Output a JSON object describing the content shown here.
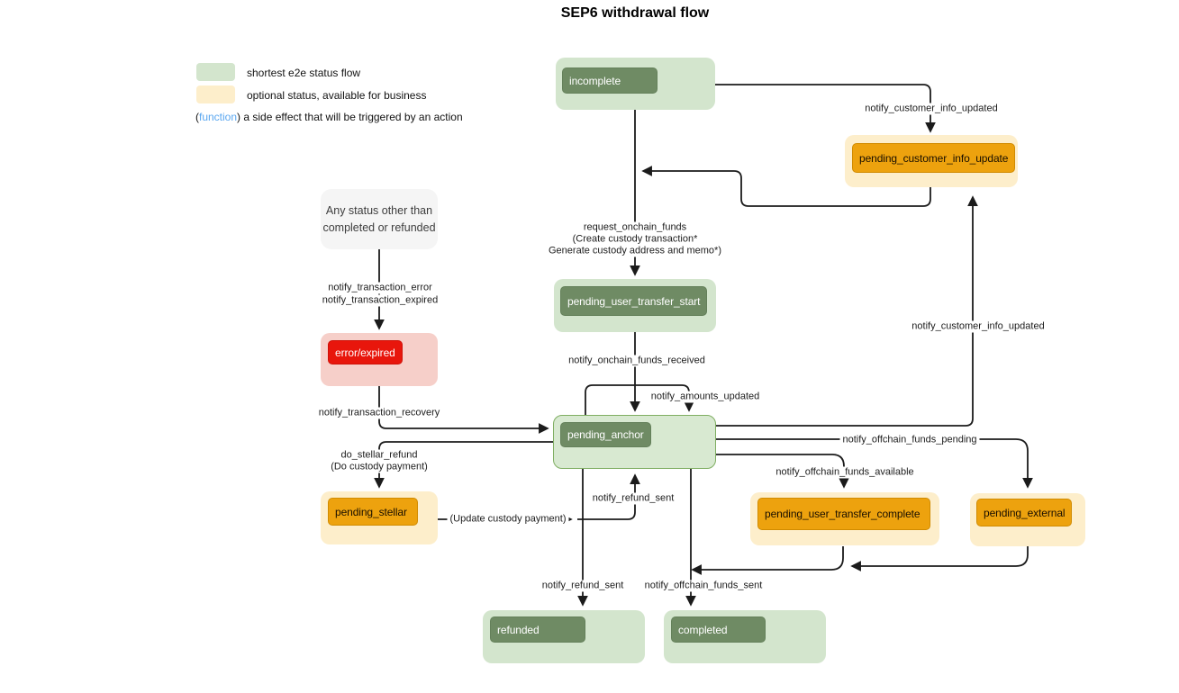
{
  "title": "SEP6 withdrawal flow",
  "legend": {
    "shortest_label": "shortest e2e status flow",
    "optional_label": "optional status, available for business",
    "function_open": "(",
    "function_word": "function",
    "function_rest": ") a side effect that will be triggered by an action"
  },
  "note": {
    "line1": "Any status other than",
    "line2": "completed or refunded"
  },
  "nodes": {
    "incomplete": "incomplete",
    "pending_customer_info_update": "pending_customer_info_update",
    "pending_user_transfer_start": "pending_user_transfer_start",
    "pending_anchor": "pending_anchor",
    "error_expired": "error/expired",
    "pending_stellar": "pending_stellar",
    "pending_user_transfer_complete": "pending_user_transfer_complete",
    "pending_external": "pending_external",
    "refunded": "refunded",
    "completed": "completed"
  },
  "edges": {
    "notify_customer_info_updated_top": "notify_customer_info_updated",
    "request_onchain_funds": "request_onchain_funds",
    "create_custody_tx": "(Create custody transaction*",
    "generate_custody_addr": "Generate custody address and memo*)",
    "notify_onchain_funds_received": "notify_onchain_funds_received",
    "notify_amounts_updated": "notify_amounts_updated",
    "notify_transaction_error": "notify_transaction_error",
    "notify_transaction_expired": "notify_transaction_expired",
    "notify_transaction_recovery": "notify_transaction_recovery",
    "do_stellar_refund": "do_stellar_refund",
    "do_custody_payment": "(Do custody payment)",
    "update_custody_payment": "(Update custody payment)",
    "notify_refund_sent_to_anchor": "notify_refund_sent",
    "notify_refund_sent_to_refunded": "notify_refund_sent",
    "notify_offchain_funds_sent": "notify_offchain_funds_sent",
    "notify_customer_info_updated_right": "notify_customer_info_updated",
    "notify_offchain_funds_pending": "notify_offchain_funds_pending",
    "notify_offchain_funds_available": "notify_offchain_funds_available"
  },
  "colors": {
    "shortest_flow_bg": "#d3e5cd",
    "shortest_flow_dark": "#6f8b64",
    "optional_bg": "#fdeecb",
    "optional_dark": "#eda20e",
    "error_bg": "#f6cfc9",
    "error_dark": "#e8160c",
    "note_bg": "#f5f5f5",
    "side_effect_blue": "#1668dd",
    "legend_function_blue": "#5aa7f0",
    "edge_color": "#1b1b1b"
  }
}
